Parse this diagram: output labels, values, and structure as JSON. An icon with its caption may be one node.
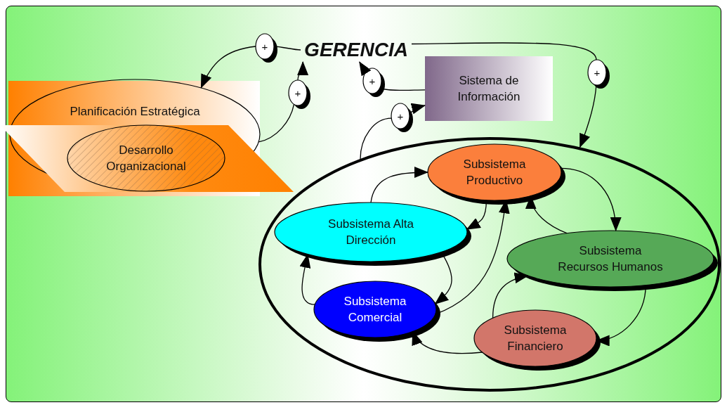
{
  "diagram": {
    "nodes": [
      {
        "text": [
          "GERENCIA"
        ]
      },
      {
        "text": [
          "Planificación Estratégica"
        ]
      },
      {
        "text": [
          "Desarrollo Organizacional"
        ],
        "in": 1
      },
      {
        "text": [
          "Sistema de Información"
        ]
      },
      {
        "text": [],
        "shape": "circle"
      },
      {
        "text": [
          "Subsistema Productivo"
        ],
        "in": 4
      },
      {
        "text": [
          "Subsistema Alta Dirección"
        ],
        "in": 4
      },
      {
        "text": [
          "Subsistema Recursos Humanos"
        ],
        "in": 4
      },
      {
        "text": [
          "Subsistema Comercial"
        ],
        "in": 4
      },
      {
        "text": [
          "Subsistema Financiero"
        ],
        "in": 4
      },
      {
        "text": [
          "+"
        ]
      },
      {
        "text": [
          "+"
        ]
      },
      {
        "text": [
          "+"
        ]
      },
      {
        "text": [
          "+"
        ]
      },
      {
        "text": [
          "+"
        ]
      }
    ],
    "edges": [
      {
        "from": 0,
        "to": 10,
        "arrow": "none"
      },
      {
        "from": 10,
        "to": 1,
        "arrow": "to"
      },
      {
        "from": 1,
        "to": 11,
        "arrow": "none"
      },
      {
        "from": 11,
        "to": 0,
        "arrow": "to"
      },
      {
        "from": 3,
        "to": 12,
        "arrow": "none"
      },
      {
        "from": 12,
        "to": 0,
        "arrow": "to"
      },
      {
        "from": 4,
        "to": 13,
        "arrow": "none"
      },
      {
        "from": 13,
        "to": 3,
        "arrow": "to"
      },
      {
        "from": 0,
        "to": 14,
        "arrow": "none"
      },
      {
        "from": 14,
        "to": 4,
        "arrow": "to"
      },
      {
        "from": 6,
        "to": 5,
        "arrow": "to"
      },
      {
        "from": 5,
        "to": 6,
        "arrow": "to"
      },
      {
        "from": 5,
        "to": 7,
        "arrow": "to"
      },
      {
        "from": 7,
        "to": 5,
        "arrow": "to"
      },
      {
        "from": 8,
        "to": 5,
        "arrow": "to"
      },
      {
        "from": 6,
        "to": 8,
        "arrow": "to"
      },
      {
        "from": 8,
        "to": 6,
        "arrow": "to"
      },
      {
        "from": 9,
        "to": 7,
        "arrow": "to"
      },
      {
        "from": 7,
        "to": 9,
        "arrow": "to"
      },
      {
        "from": 9,
        "to": 8,
        "arrow": "to"
      }
    ]
  }
}
